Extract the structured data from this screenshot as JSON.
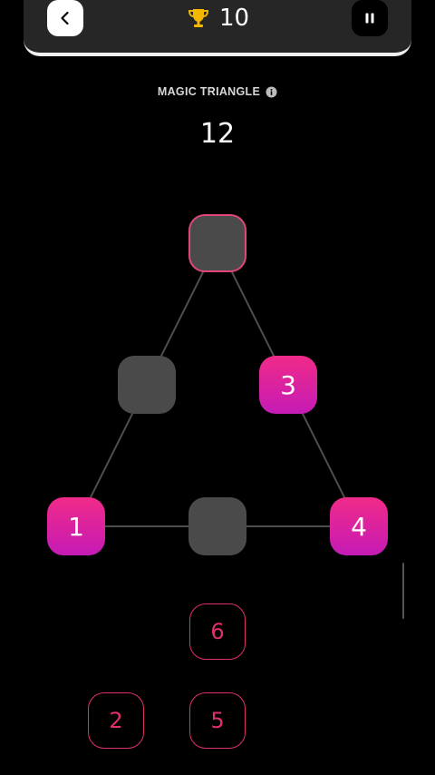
{
  "header": {
    "score": "10",
    "progress_fraction": 0.14
  },
  "puzzle": {
    "title": "MAGIC TRIANGLE",
    "target_sum": "12"
  },
  "slots": {
    "top": "",
    "left_mid": "",
    "right_mid": "3",
    "bottom_left": "1",
    "bottom_mid": "",
    "bottom_right": "4"
  },
  "tiles": {
    "tile_a": "6",
    "tile_b": "2",
    "tile_c": "5"
  },
  "colors": {
    "accent": "#e91e8c",
    "tile_outline": "#e0306f",
    "slot_empty": "#4a4a4a",
    "trophy": "#f5b800"
  },
  "icons": {
    "back": "chevron-left-icon",
    "score": "trophy-icon",
    "pause": "pause-icon",
    "info": "info-icon"
  }
}
